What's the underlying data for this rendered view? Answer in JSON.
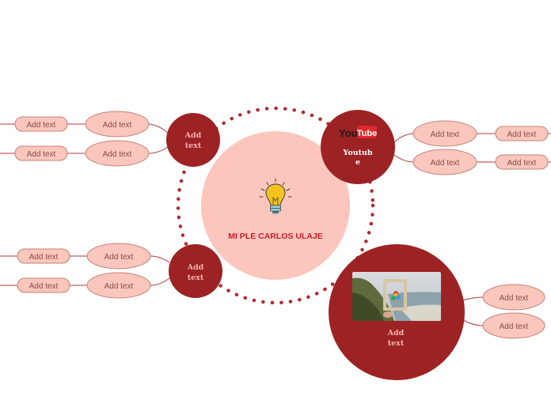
{
  "colors": {
    "hub": "#9d2224",
    "center": "#fcc6bd",
    "pill_fill": "#fbc6bc",
    "pill_stroke": "#c4817a",
    "line": "#b33a3a",
    "title": "#cf1c2a",
    "dots": "#b22b2d"
  },
  "center": {
    "title": "MI PLE CARLOS ULAJE",
    "icon": "lightbulb-icon"
  },
  "hubs": {
    "top_left": {
      "label_l1": "Add",
      "label_l2": "text"
    },
    "bottom_left": {
      "label_l1": "Add",
      "label_l2": "text"
    },
    "youtube": {
      "logo_you": "You",
      "logo_tube": "Tube",
      "label_l1": "Youtub",
      "label_l2": "e"
    },
    "photo": {
      "label_l1": "Add",
      "label_l2": "text",
      "image": "beach-photo-frame"
    }
  },
  "pills": {
    "tl_inner_1": "Add text",
    "tl_inner_2": "Add text",
    "tl_outer_1": "Add text",
    "tl_outer_2": "Add text",
    "bl_inner_1": "Add text",
    "bl_inner_2": "Add text",
    "bl_outer_1": "Add text",
    "bl_outer_2": "Add text",
    "yt_inner_1": "Add text",
    "yt_inner_2": "Add text",
    "yt_outer_1": "Add text",
    "yt_outer_2": "Add text",
    "ph_inner_1": "Add text",
    "ph_inner_2": "Add text"
  }
}
